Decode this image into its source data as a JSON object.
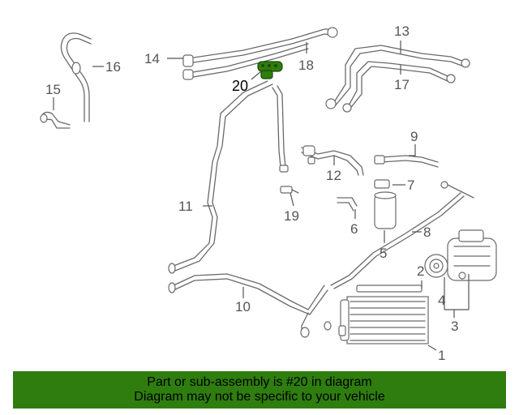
{
  "diagram": {
    "callouts": [
      "1",
      "2",
      "3",
      "4",
      "5",
      "6",
      "7",
      "8",
      "9",
      "10",
      "11",
      "12",
      "13",
      "14",
      "15",
      "16",
      "17",
      "18",
      "19",
      "20"
    ],
    "highlighted_part": "20",
    "highlight_color": "#2e7d0e",
    "line_color": "#6a6a6a"
  },
  "banner": {
    "line1": "Part or sub-assembly is #20 in diagram",
    "line2": "Diagram may not be specific to your vehicle",
    "background": "#2e7d0e"
  }
}
